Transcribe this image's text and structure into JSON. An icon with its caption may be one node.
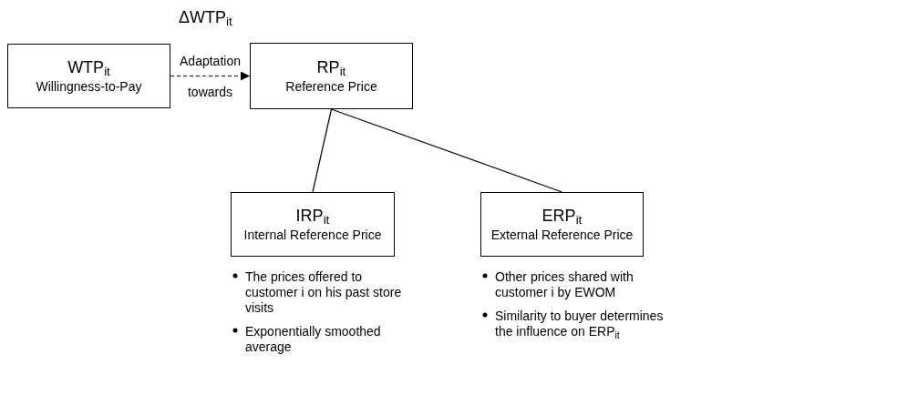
{
  "diagram": {
    "nodes": [
      {
        "text": [
          "WTP$_{it}$",
          "Willingness-to-Pay"
        ]
      },
      {
        "text": [
          "RP$_{it}$",
          "Reference Price"
        ]
      },
      {
        "text": [
          "IRP$_{it}$",
          "Internal Reference Price"
        ],
        "beside": [
          "The prices offered to customer i on his past store visits",
          "Exponentially smoothed average"
        ]
      },
      {
        "text": [
          "ERP$_{it}$",
          "External Reference Price"
        ],
        "beside": [
          "Other prices shared with customer i by EWOM",
          "Similarity to buyer determines the influence on ERP$_{it}$"
        ]
      }
    ],
    "edges": [
      {
        "from": 0,
        "to": 1,
        "arrow": "to",
        "style": "dashed",
        "label": "Adaptation towards"
      },
      {
        "from": 1,
        "to": 2,
        "arrow": "none"
      },
      {
        "from": 1,
        "to": 3,
        "arrow": "none"
      }
    ],
    "labels": [
      "ΔWTP$_{it}$"
    ]
  }
}
